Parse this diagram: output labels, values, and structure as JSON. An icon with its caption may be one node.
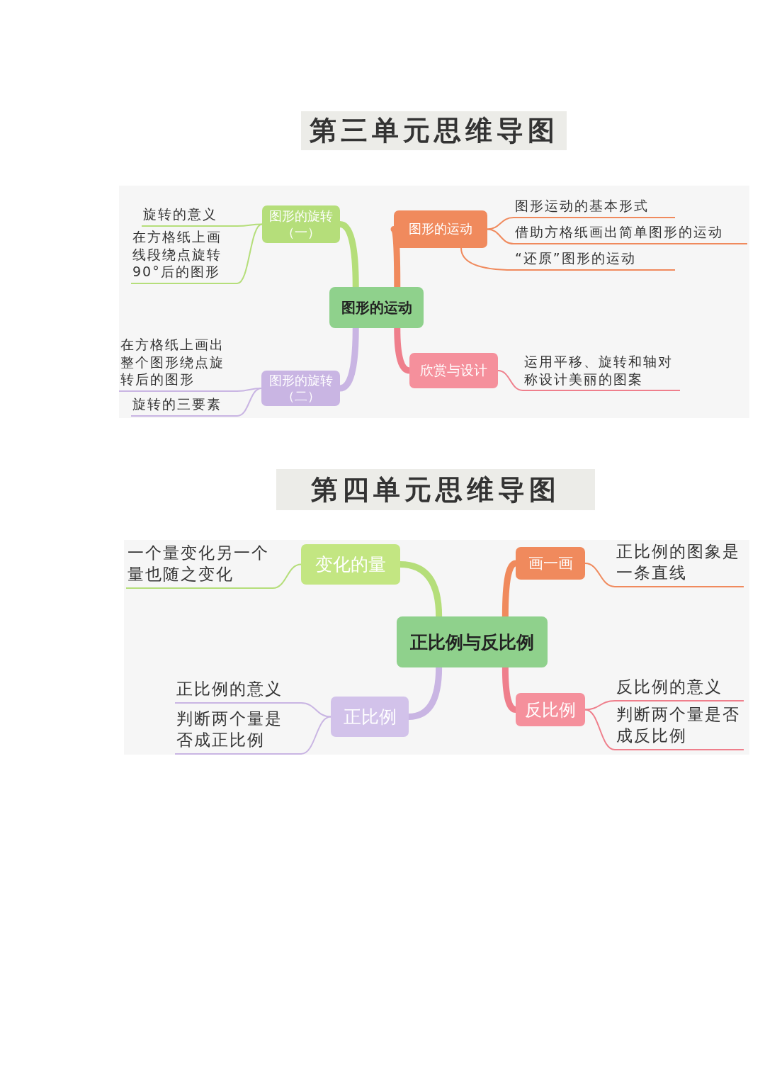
{
  "diagram": {
    "nodes": [
      {
        "text": [
          "图形的运动"
        ]
      },
      {
        "text": [
          "图形的旋转（一）"
        ]
      },
      {
        "text": [
          "旋转的意义"
        ]
      },
      {
        "text": [
          "在方格纸上画线段绕点旋转90°后的图形"
        ]
      },
      {
        "text": [
          "图形的运动"
        ]
      },
      {
        "text": [
          "图形运动的基本形式"
        ]
      },
      {
        "text": [
          "借助方格纸画出简单图形的运动"
        ]
      },
      {
        "text": [
          "“还原”图形的运动"
        ]
      },
      {
        "text": [
          "图形的旋转（二）"
        ]
      },
      {
        "text": [
          "在方格纸上画出整个图形绕点旋转后的图形"
        ]
      },
      {
        "text": [
          "旋转的三要素"
        ]
      },
      {
        "text": [
          "欣赏与设计"
        ]
      },
      {
        "text": [
          "运用平移、旋转和轴对称设计美丽的图案"
        ]
      },
      {
        "text": [
          "正比例与反比例"
        ]
      },
      {
        "text": [
          "变化的量"
        ]
      },
      {
        "text": [
          "一个量变化另一个量也随之变化"
        ]
      },
      {
        "text": [
          "画一画"
        ]
      },
      {
        "text": [
          "正比例的图象是一条直线"
        ]
      },
      {
        "text": [
          "正比例"
        ]
      },
      {
        "text": [
          "正比例的意义"
        ]
      },
      {
        "text": [
          "判断两个量是否成正比例"
        ]
      },
      {
        "text": [
          "反比例"
        ]
      },
      {
        "text": [
          "反比例的意义"
        ]
      },
      {
        "text": [
          "判断两个量是否成反比例"
        ]
      }
    ],
    "edges": [
      {
        "from": 0,
        "to": 1,
        "arrow": "none",
        "style": "thick",
        "color": "#b5de7a"
      },
      {
        "from": 1,
        "to": 2,
        "arrow": "none",
        "color": "#b5de7a"
      },
      {
        "from": 1,
        "to": 3,
        "arrow": "none",
        "color": "#b5de7a"
      },
      {
        "from": 0,
        "to": 4,
        "arrow": "none",
        "style": "thick",
        "color": "#f08a5d"
      },
      {
        "from": 4,
        "to": 5,
        "arrow": "none",
        "color": "#f08a5d"
      },
      {
        "from": 4,
        "to": 6,
        "arrow": "none",
        "color": "#f08a5d"
      },
      {
        "from": 4,
        "to": 7,
        "arrow": "none",
        "color": "#f08a5d"
      },
      {
        "from": 0,
        "to": 8,
        "arrow": "none",
        "style": "thick",
        "color": "#c9b5e3"
      },
      {
        "from": 8,
        "to": 9,
        "arrow": "none",
        "color": "#c9b5e3"
      },
      {
        "from": 8,
        "to": 10,
        "arrow": "none",
        "color": "#c9b5e3"
      },
      {
        "from": 0,
        "to": 11,
        "arrow": "none",
        "style": "thick",
        "color": "#ef7f8c"
      },
      {
        "from": 11,
        "to": 12,
        "arrow": "none",
        "color": "#ef7f8c"
      },
      {
        "from": 13,
        "to": 14,
        "arrow": "none",
        "style": "thick",
        "color": "#b5de7a"
      },
      {
        "from": 14,
        "to": 15,
        "arrow": "none",
        "color": "#b5de7a"
      },
      {
        "from": 13,
        "to": 16,
        "arrow": "none",
        "style": "thick",
        "color": "#f08a5d"
      },
      {
        "from": 16,
        "to": 17,
        "arrow": "none",
        "color": "#f08a5d"
      },
      {
        "from": 13,
        "to": 18,
        "arrow": "none",
        "style": "thick",
        "color": "#c9b5e3"
      },
      {
        "from": 18,
        "to": 19,
        "arrow": "none",
        "color": "#c9b5e3"
      },
      {
        "from": 18,
        "to": 20,
        "arrow": "none",
        "color": "#c9b5e3"
      },
      {
        "from": 13,
        "to": 21,
        "arrow": "none",
        "style": "thick",
        "color": "#ef7f8c"
      },
      {
        "from": 21,
        "to": 22,
        "arrow": "none",
        "color": "#ef7f8c"
      },
      {
        "from": 21,
        "to": 23,
        "arrow": "none",
        "color": "#ef7f8c"
      }
    ],
    "labels": [
      "第三单元思维导图",
      "第四单元思维导图"
    ]
  }
}
